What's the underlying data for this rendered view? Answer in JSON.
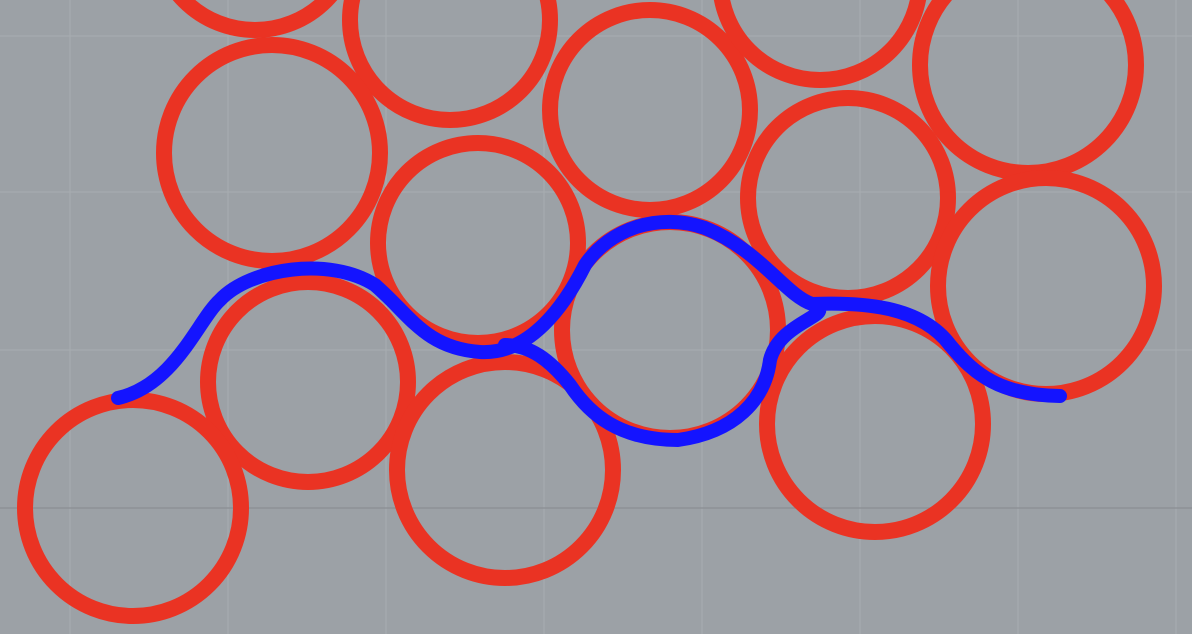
{
  "viewport": {
    "background": "#9ca1a6",
    "grid_minor": "#a8adb1",
    "grid_major": "#8a8e92"
  },
  "circles": {
    "stroke": "#ea3323",
    "items": [
      {
        "name": "circle-01"
      },
      {
        "name": "circle-02"
      },
      {
        "name": "circle-03"
      },
      {
        "name": "circle-04"
      },
      {
        "name": "circle-05"
      },
      {
        "name": "circle-06"
      },
      {
        "name": "circle-07"
      },
      {
        "name": "circle-08"
      },
      {
        "name": "circle-09"
      },
      {
        "name": "circle-10"
      },
      {
        "name": "circle-11"
      },
      {
        "name": "circle-12"
      },
      {
        "name": "circle-13"
      },
      {
        "name": "circle-14"
      },
      {
        "name": "circle-15"
      },
      {
        "name": "circle-16"
      }
    ]
  },
  "path_curve": {
    "stroke": "#1414ff"
  }
}
